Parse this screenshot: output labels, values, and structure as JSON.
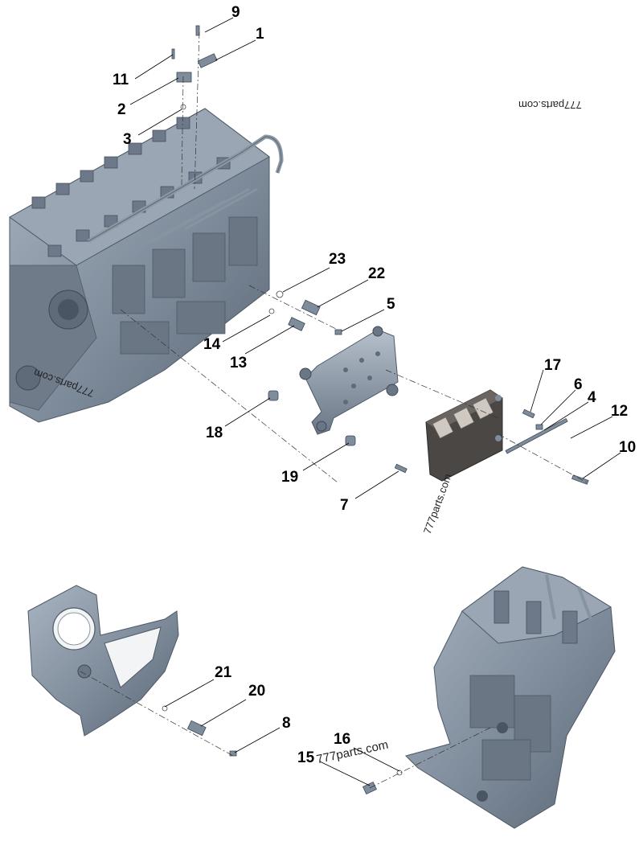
{
  "diagram": {
    "part_labels": [
      "9",
      "1",
      "11",
      "2",
      "3",
      "23",
      "22",
      "5",
      "14",
      "13",
      "17",
      "6",
      "4",
      "12",
      "10",
      "18",
      "19",
      "7",
      "21",
      "20",
      "8",
      "16",
      "15"
    ],
    "watermark_text": "777parts.com",
    "colors": {
      "casting": "#7f8c9b",
      "casting_dark": "#5a6674",
      "casting_light": "#a9b4c1",
      "leader_line": "#000000",
      "ecm_body": "#4a4744"
    },
    "icons": {
      "engine_block_top": "engine-block-illustration",
      "ecm": "ecm-module-illustration",
      "bracket": "ecm-mounting-bracket-illustration",
      "gear_housing": "gear-housing-illustration",
      "engine_block_rear": "engine-block-rear-illustration"
    }
  }
}
